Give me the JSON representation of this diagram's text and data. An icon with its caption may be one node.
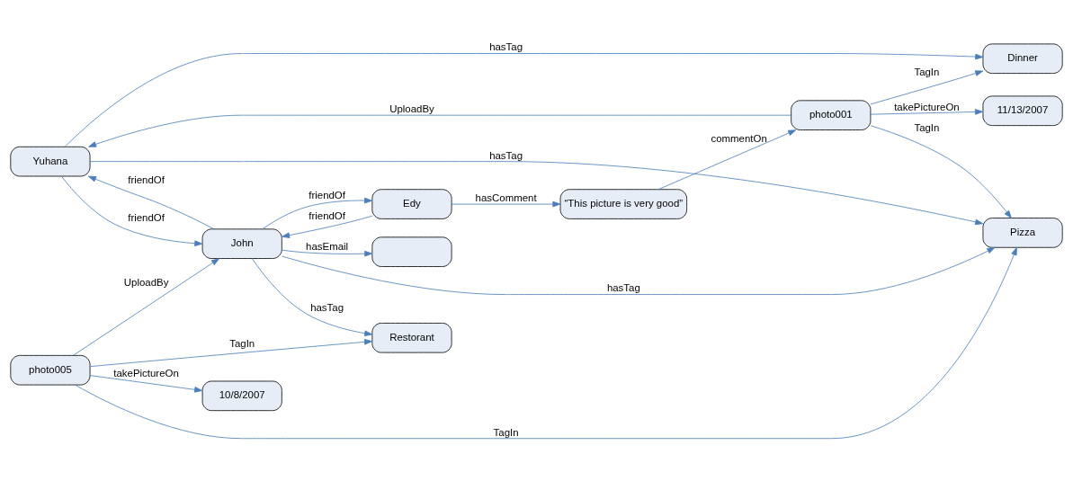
{
  "diagram": {
    "nodes": [
      {
        "text": [
          "Dinner"
        ]
      },
      {
        "text": [],
        "shape": "box"
      },
      {
        "text": [
          "10/8/2007"
        ]
      },
      {
        "text": [
          "John"
        ]
      },
      {
        "text": [
          "Yuhana"
        ]
      },
      {
        "text": [
          "photo001"
        ]
      },
      {
        "text": [
          "photo005"
        ]
      },
      {
        "text": [
          "Pizza"
        ]
      },
      {
        "text": [
          "11/13/2007"
        ]
      },
      {
        "text": [
          "Restorant"
        ]
      },
      {
        "text": [
          "“This picture is very good”"
        ]
      },
      {
        "text": [
          "Edy"
        ]
      }
    ],
    "edges": [
      {
        "from": 5,
        "to": 0,
        "arrow": "to",
        "label": "TagIn"
      },
      {
        "from": 5,
        "to": 4,
        "arrow": "to",
        "label": "UploadBy"
      },
      {
        "from": 5,
        "to": 7,
        "arrow": "to",
        "label": "TagIn"
      },
      {
        "from": 5,
        "to": 8,
        "arrow": "to",
        "label": "takePictureOn"
      },
      {
        "from": 10,
        "to": 5,
        "arrow": "to",
        "label": "commentOn"
      },
      {
        "from": 4,
        "to": 0,
        "arrow": "to",
        "label": "hasTag"
      },
      {
        "from": 4,
        "to": 7,
        "arrow": "to",
        "label": "hasTag"
      },
      {
        "from": 4,
        "to": 3,
        "arrow": "to",
        "label": "friendOf"
      },
      {
        "from": 3,
        "to": 4,
        "arrow": "to",
        "label": "friendOf"
      },
      {
        "from": 3,
        "to": 7,
        "arrow": "to",
        "label": "hasTag"
      },
      {
        "from": 3,
        "to": 1,
        "arrow": "to",
        "label": "hasEmail"
      },
      {
        "from": 6,
        "to": 3,
        "arrow": "to",
        "label": "UploadBy"
      },
      {
        "from": 6,
        "to": 2,
        "arrow": "to",
        "label": "takePictureOn"
      },
      {
        "from": 6,
        "to": 7,
        "arrow": "to",
        "label": "TagIn"
      },
      {
        "from": 3,
        "to": 9,
        "arrow": "to",
        "label": "hasTag"
      },
      {
        "from": 6,
        "to": 9,
        "arrow": "to",
        "label": "TagIn"
      },
      {
        "from": 3,
        "to": 11,
        "arrow": "to",
        "label": "friendOf"
      },
      {
        "from": 11,
        "to": 3,
        "arrow": "to",
        "label": "friendOf"
      },
      {
        "from": 11,
        "to": 10,
        "arrow": "to",
        "label": "hasComment"
      }
    ]
  }
}
